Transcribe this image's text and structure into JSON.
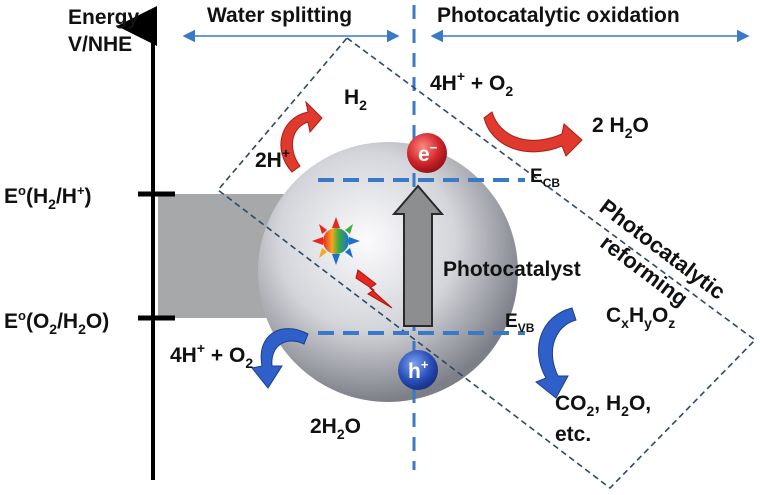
{
  "axis": {
    "label_line1": "Energy",
    "label_line2": "V/NHE",
    "tick_h2": {
      "base": "E",
      "sup": "o",
      "rest": "(H",
      "sub": "2",
      "end": "/H",
      "sup2": "+",
      "close": ")"
    },
    "tick_o2": {
      "base": "E",
      "sup": "o",
      "rest": "(O",
      "sub": "2",
      "end": "/H",
      "sub2": "2",
      "tail": "O)"
    }
  },
  "header": {
    "left": "Water splitting",
    "right": "Photocatalytic oxidation"
  },
  "side_label": {
    "line1": "Photocatalytic",
    "line2": "reforming"
  },
  "particle": {
    "label": "Photocatalyst",
    "electron": "e",
    "electron_sup": "−",
    "hole": "h",
    "hole_sup": "+",
    "ecb": {
      "base": "E",
      "sub": "CB"
    },
    "evb": {
      "base": "E",
      "sub": "VB"
    }
  },
  "reactions": {
    "h2": {
      "base": "H",
      "sub": "2"
    },
    "two_h_plus": {
      "base": "2H",
      "sup": "+"
    },
    "top_right_reactant": {
      "a": "4H",
      "a_sup": "+",
      "b": " + O",
      "b_sub": "2"
    },
    "top_right_product": {
      "a": "2 H",
      "a_sub": "2",
      "b": "O"
    },
    "bottom_left_product": {
      "a": "4H",
      "a_sup": "+",
      "b": " + O",
      "b_sub": "2"
    },
    "bottom_left_reactant": {
      "a": "2H",
      "a_sub": "2",
      "b": "O"
    },
    "cxhyoz": {
      "c": "C",
      "x": "x",
      "h": "H",
      "y": "y",
      "o": "O",
      "z": "z"
    },
    "products_line1": {
      "a": "CO",
      "a_sub": "2",
      "b": ", H",
      "b_sub": "2",
      "c": "O,"
    },
    "products_line2": "etc."
  },
  "colors": {
    "axis": "#000000",
    "arrow_blue": "#3a78c8",
    "band_gray": "#a6a8aa",
    "sphere_light": "#f6f6f8",
    "sphere_dark": "#8a8c96",
    "electron_red": "#d0242a",
    "hole_blue": "#2a4fb8",
    "red_arrow": "#e03a2e",
    "blue_arrow": "#2f5fc8",
    "inner_arrow": "#8c8e90"
  }
}
